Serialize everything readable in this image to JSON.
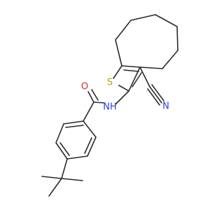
{
  "molecule": {
    "labels": {
      "sulfur": "S",
      "oxygen": "O",
      "amide_nitrogen": "NH",
      "nitrile_nitrogen": "N"
    },
    "colors": {
      "bond": "#2b2b2b",
      "sulfur": "#b3a100",
      "oxygen": "#e8272a",
      "nitrogen": "#2c3fd6"
    }
  }
}
